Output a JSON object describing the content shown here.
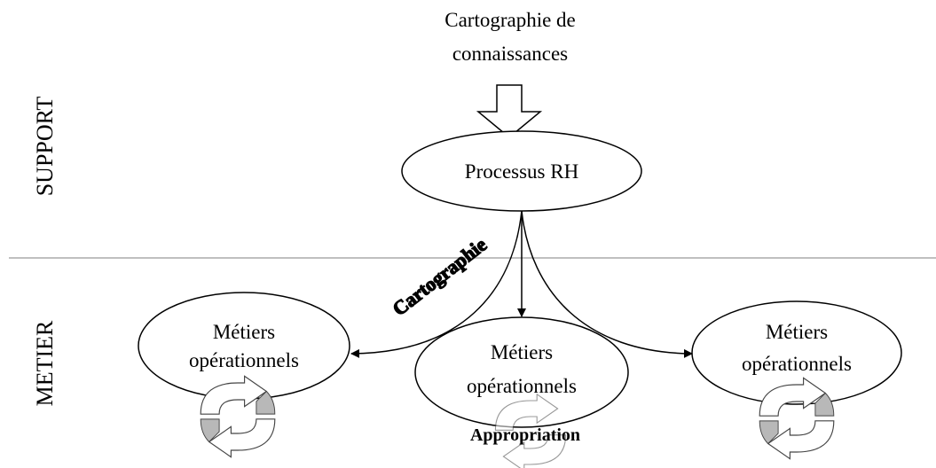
{
  "top_label": {
    "line1": "Cartographie de",
    "line2": "connaissances"
  },
  "side_labels": {
    "support": "SUPPORT",
    "metier": "METIER"
  },
  "center_node": "Processus RH",
  "metier_nodes": [
    {
      "line1": "Métiers",
      "line2": "opérationnels"
    },
    {
      "line1": "Métiers",
      "line2": "opérationnels"
    },
    {
      "line1": "Métiers",
      "line2": "opérationnels"
    }
  ],
  "edge_label": "Cartographie",
  "cycle_label": "Appropriation"
}
